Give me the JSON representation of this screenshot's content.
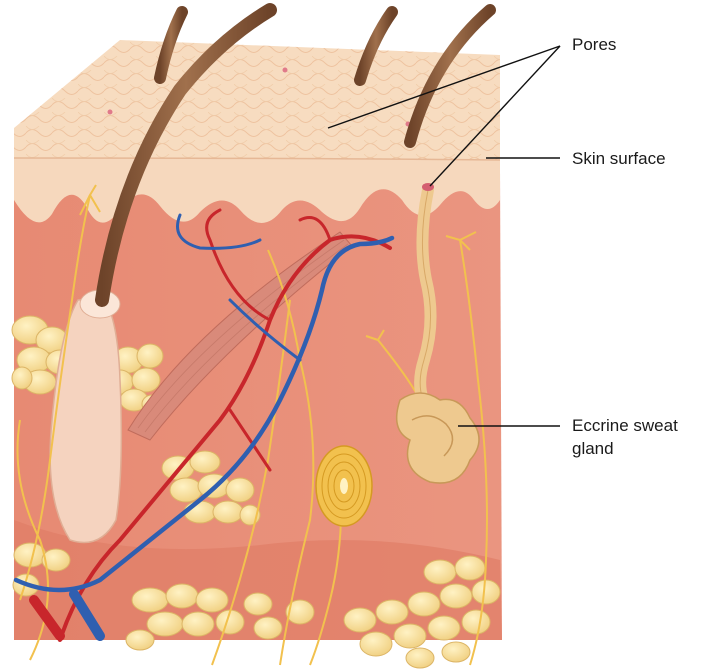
{
  "labels": {
    "pores": "Pores",
    "skin_surface": "Skin surface",
    "eccrine_line1": "Eccrine sweat",
    "eccrine_line2": "gland"
  },
  "colors": {
    "epidermis": "#f7dcc0",
    "epidermis_cell_line": "#eec3a0",
    "dermis": "#e88a72",
    "dermis_shade": "#d9745e",
    "hair": "#8a5a3a",
    "follicle": "#f6d6c2",
    "fat": "#f6df9c",
    "nerve": "#f2c14e",
    "artery": "#c8262b",
    "vein": "#2f5fb0",
    "muscle": "#d98a7a",
    "gland": "#eec98f",
    "leader": "#111111"
  }
}
